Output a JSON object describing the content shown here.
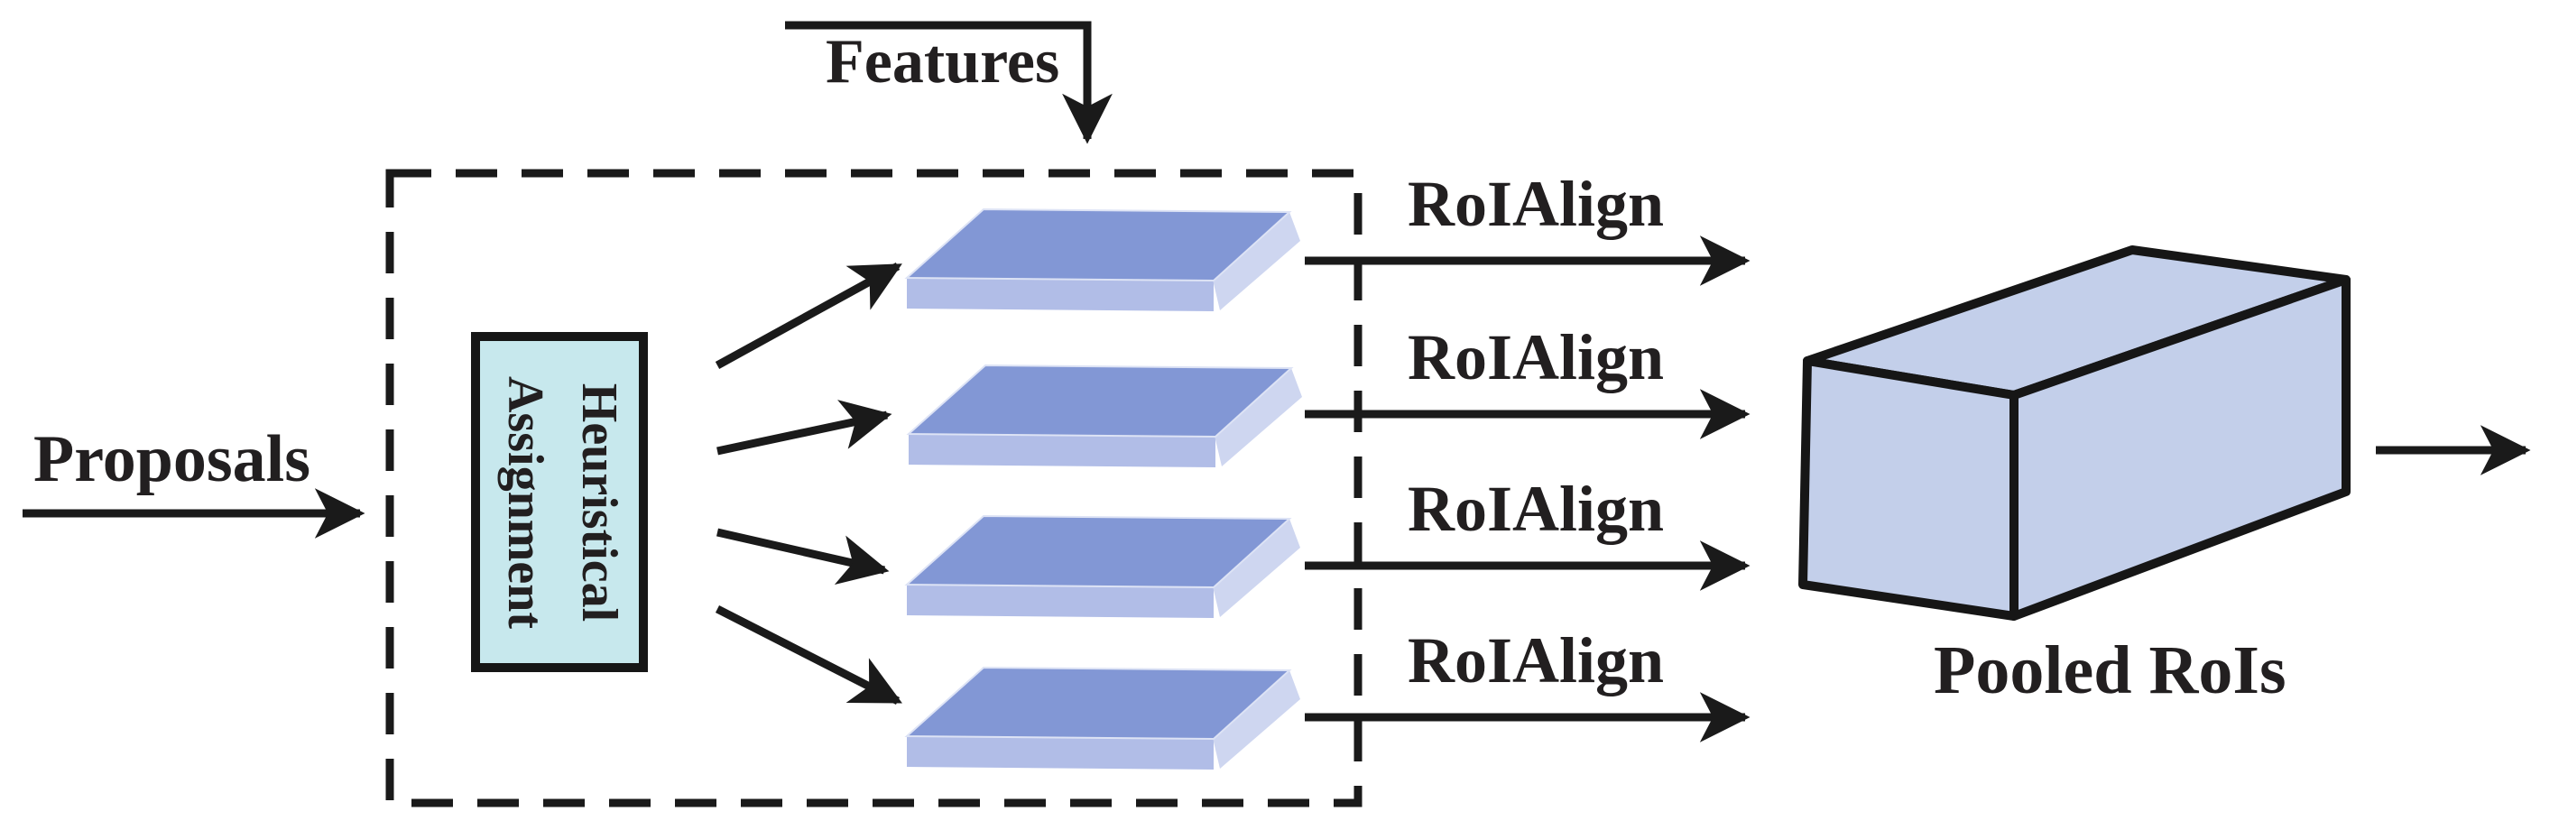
{
  "figure": {
    "input_label": "Proposals",
    "features_label": "Features",
    "assignment_box": {
      "line1": "Heuristical",
      "line2": "Assignment"
    },
    "roialign_labels": [
      "RoIAlign",
      "RoIAlign",
      "RoIAlign",
      "RoIAlign"
    ],
    "output_label": "Pooled RoIs",
    "pyramid_levels": 4,
    "colors": {
      "assignment_fill": "#c7e8ed",
      "slab_top": "#8297d5",
      "slab_front": "#b1bde7",
      "slab_side": "#ced6f0",
      "cuboid_fill": "#c3cfea",
      "line": "#1a1a1a",
      "text": "#221f20"
    }
  }
}
